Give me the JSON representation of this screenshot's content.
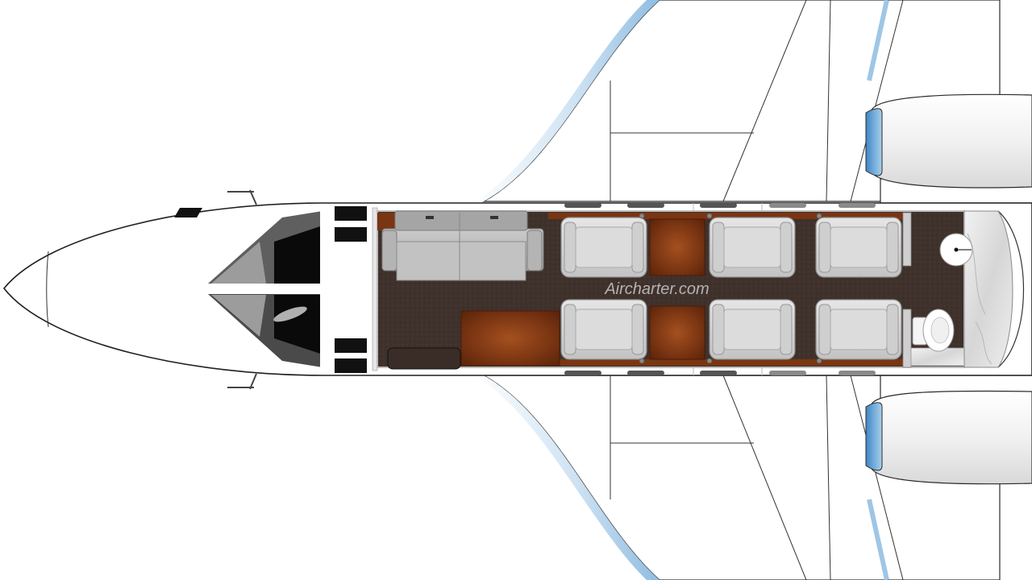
{
  "watermark": {
    "text": "Aircharter.com"
  },
  "colors": {
    "carpet": "#3f312b",
    "wood_veneer": "#7a3512",
    "seat_leather": "#d4d4d4",
    "sofa": "#bdbdbd",
    "fuselage": "#ffffff",
    "outline": "#222222",
    "wing_edge_blue": "#9ec6e6",
    "engine_intake": "#5b9fd4",
    "lavatory_marble": "#e3e3e3",
    "window": "#555555"
  },
  "cabin": {
    "seat_count": 6,
    "sofa_count": 1,
    "lavatory": true,
    "galley_cabinet": true
  },
  "icons": {
    "cockpit": "cockpit-windshield-icon",
    "seat": "club-seat-icon",
    "sofa": "divan-sofa-icon",
    "toilet": "toilet-icon",
    "sink": "sink-icon",
    "engine": "turbofan-engine-icon"
  }
}
